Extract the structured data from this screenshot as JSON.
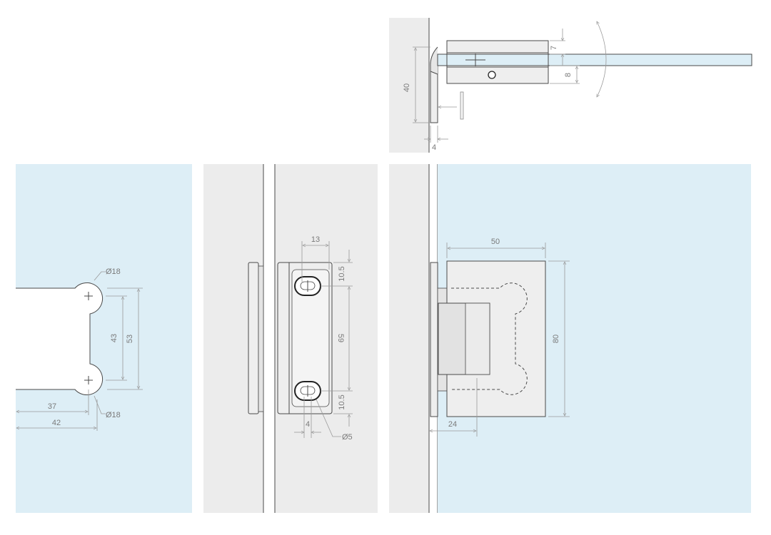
{
  "dimensions": {
    "top_40": "40",
    "top_4": "4",
    "top_7": "7",
    "top_8": "8",
    "left_dia_top": "Ø18",
    "left_dia_bottom": "Ø18",
    "left_43": "43",
    "left_53": "53",
    "left_37": "37",
    "left_42": "42",
    "mid_13": "13",
    "mid_10_5_top": "10.5",
    "mid_59": "59",
    "mid_10_5_bottom": "10.5",
    "mid_4": "4",
    "mid_dia5": "Ø5",
    "right_50": "50",
    "right_80": "80",
    "right_24": "24"
  },
  "colors": {
    "glass": "#ddeef6",
    "wall": "#ececec",
    "hinge_fill": "#eeeeee",
    "outline": "#4a4a4a",
    "dimension": "#9a9a9a"
  }
}
